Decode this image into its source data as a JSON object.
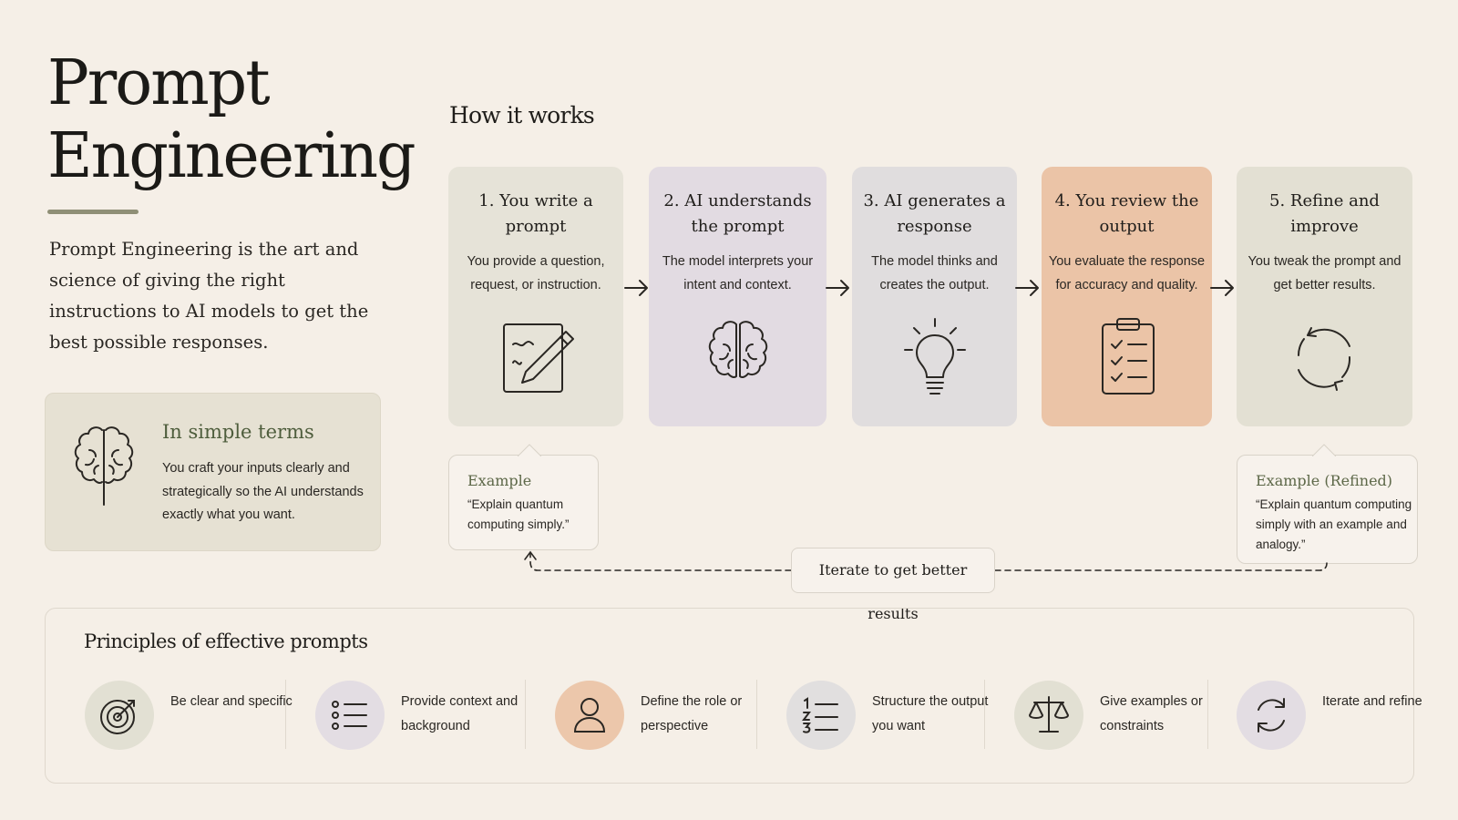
{
  "title": {
    "line1": "Prompt",
    "line2": "Engineering"
  },
  "intro": "Prompt Engineering is the art and science of giving the right instructions to AI models to get the best possible responses.",
  "simple_terms": {
    "heading": "In simple terms",
    "text": "You craft your inputs clearly and strategically so the AI understands exactly what you want.",
    "icon": "brain-icon"
  },
  "how_it_works": {
    "heading": "How it works",
    "steps": [
      {
        "title": "1. You write a prompt",
        "desc": "You provide a question, request, or instruction.",
        "icon": "document-pencil-icon",
        "color": "#e6e3d8"
      },
      {
        "title": "2. AI understands the prompt",
        "desc": "The model interprets your intent and context.",
        "icon": "brain-icon",
        "color": "#e2dbe2"
      },
      {
        "title": "3. AI generates a response",
        "desc": "The model thinks and creates the output.",
        "icon": "lightbulb-icon",
        "color": "#e0ddde"
      },
      {
        "title": "4. You review the output",
        "desc": "You evaluate the response for accuracy and quality.",
        "icon": "clipboard-check-icon",
        "color": "#ebc4a7"
      },
      {
        "title": "5. Refine and improve",
        "desc": "You tweak the prompt and get better results.",
        "icon": "refresh-icon",
        "color": "#e3e0d3"
      }
    ]
  },
  "examples": {
    "original": {
      "label": "Example",
      "text": "“Explain quantum computing simply.”"
    },
    "refined": {
      "label": "Example (Refined)",
      "text": "“Explain quantum computing simply with an example and analogy.”"
    }
  },
  "iterate_label": "Iterate to get better results",
  "principles": {
    "heading": "Principles of effective prompts",
    "items": [
      {
        "label": "Be clear and specific",
        "icon": "target-icon",
        "color": "#e2e0d3"
      },
      {
        "label": "Provide context and background",
        "icon": "list-icon",
        "color": "#e3dde3"
      },
      {
        "label": "Define the role or perspective",
        "icon": "person-icon",
        "color": "#ecc7ab"
      },
      {
        "label": "Structure the output you want",
        "icon": "numbered-list-icon",
        "color": "#e1dfdf"
      },
      {
        "label": "Give examples or constraints",
        "icon": "scales-icon",
        "color": "#e2e0d3"
      },
      {
        "label": "Iterate and refine",
        "icon": "refresh-icon",
        "color": "#e3dde3"
      }
    ]
  }
}
